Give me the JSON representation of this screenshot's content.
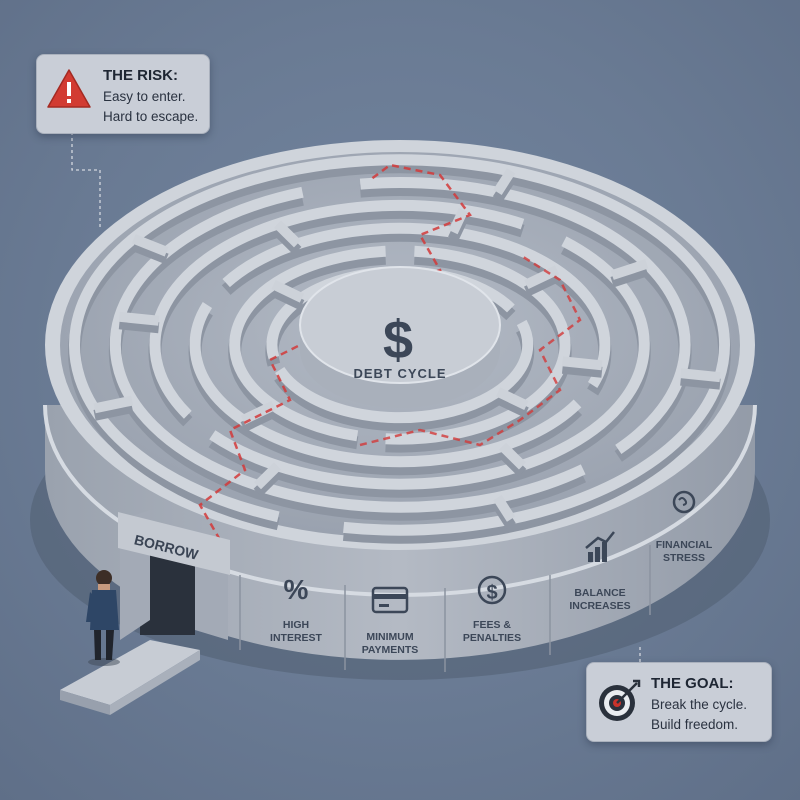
{
  "risk": {
    "title": "THE RISK:",
    "line1": "Easy to enter.",
    "line2": "Hard to escape."
  },
  "goal": {
    "title": "THE GOAL:",
    "line1": "Break the cycle.",
    "line2": "Build freedom."
  },
  "maze": {
    "center_label": "DEBT CYCLE",
    "center_symbol": "$",
    "entrance_label": "BORROW",
    "panels": [
      {
        "icon": "percent-icon",
        "line1": "HIGH",
        "line2": "INTEREST",
        "glyph": "%"
      },
      {
        "icon": "credit-card-icon",
        "line1": "MINIMUM",
        "line2": "PAYMENTS"
      },
      {
        "icon": "dollar-coin-icon",
        "line1": "FEES &",
        "line2": "PENALTIES",
        "glyph": "$"
      },
      {
        "icon": "rising-chart-icon",
        "line1": "BALANCE",
        "line2": "INCREASES"
      },
      {
        "icon": "stressed-head-icon",
        "line1": "FINANCIAL",
        "line2": "STRESS"
      }
    ]
  },
  "colors": {
    "background": "#6a7b94",
    "wall": "#c3c9d2",
    "path": "#d23a3a",
    "warning": "#d23b32",
    "target": "#c8322b"
  }
}
